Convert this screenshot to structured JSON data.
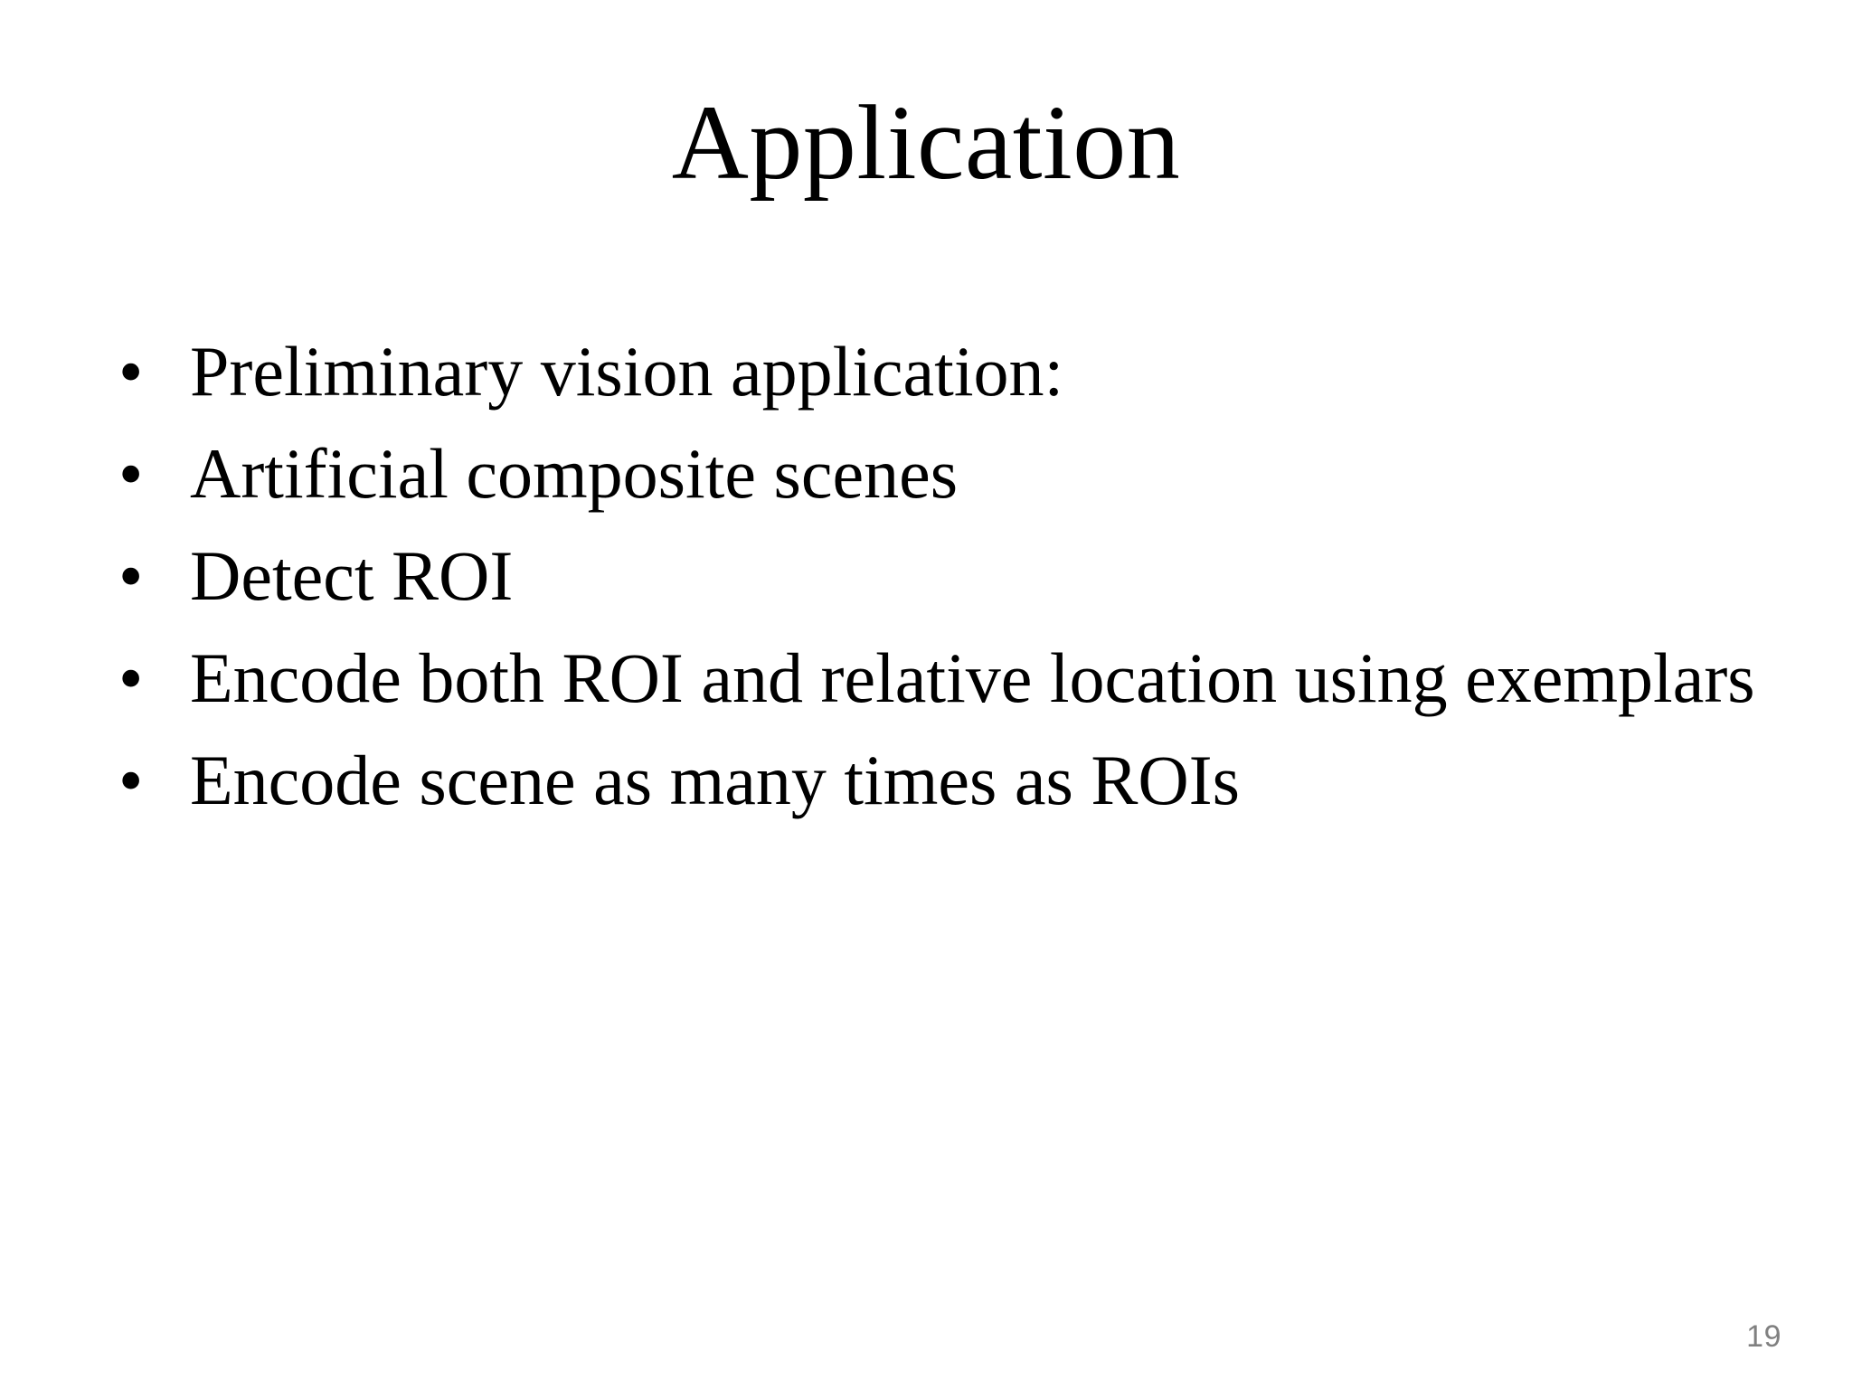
{
  "slide": {
    "title": "Application",
    "page_number": "19",
    "background_color": "#ffffff",
    "text_color": "#000000",
    "page_number_color": "#808080",
    "bullet_glyph": "•",
    "bullets": [
      {
        "text": "Preliminary vision application:"
      },
      {
        "text": "Artificial composite scenes"
      },
      {
        "text": "Detect ROI"
      },
      {
        "text": "Encode both ROI and relative location using exemplars"
      },
      {
        "text": "Encode scene as many times as ROIs"
      }
    ]
  }
}
